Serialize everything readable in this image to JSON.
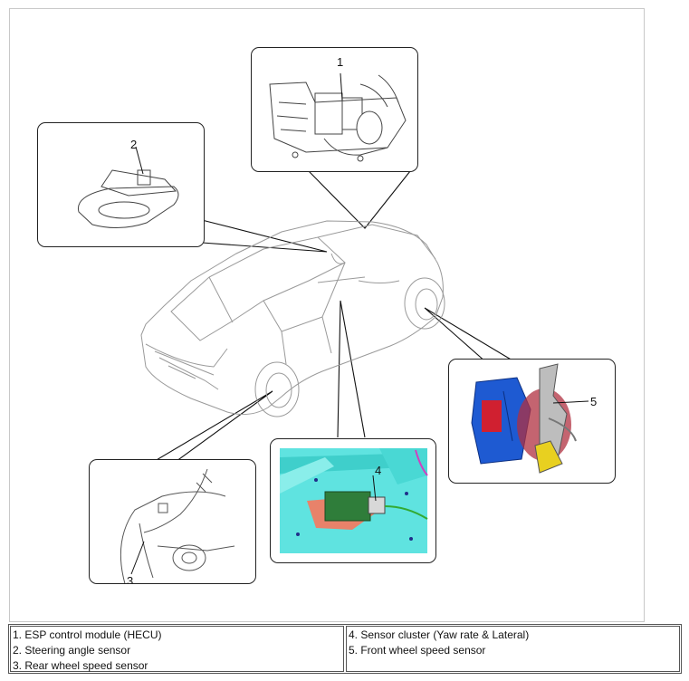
{
  "callouts": [
    {
      "number": "1",
      "name": "ESP control module (HECU)"
    },
    {
      "number": "2",
      "name": "Steering angle sensor"
    },
    {
      "number": "3",
      "name": "Rear wheel speed sensor"
    },
    {
      "number": "4",
      "name": "Sensor cluster (Yaw rate & Lateral)"
    },
    {
      "number": "5",
      "name": "Front wheel speed sensor"
    }
  ],
  "legend": {
    "left": [
      "1. ESP control module (HECU)",
      "2. Steering angle sensor",
      "3. Rear wheel speed sensor"
    ],
    "right": [
      "4. Sensor cluster (Yaw rate & Lateral)",
      "5. Front wheel speed sensor"
    ]
  },
  "colors": {
    "line_art": "#9a9a9a",
    "caliper_blue": "#1e5ad2",
    "caliper_red": "#d02030",
    "floor_cyan": "#5fe3e0",
    "bracket_salmon": "#e8826a",
    "module_green": "#2f7d3a"
  }
}
